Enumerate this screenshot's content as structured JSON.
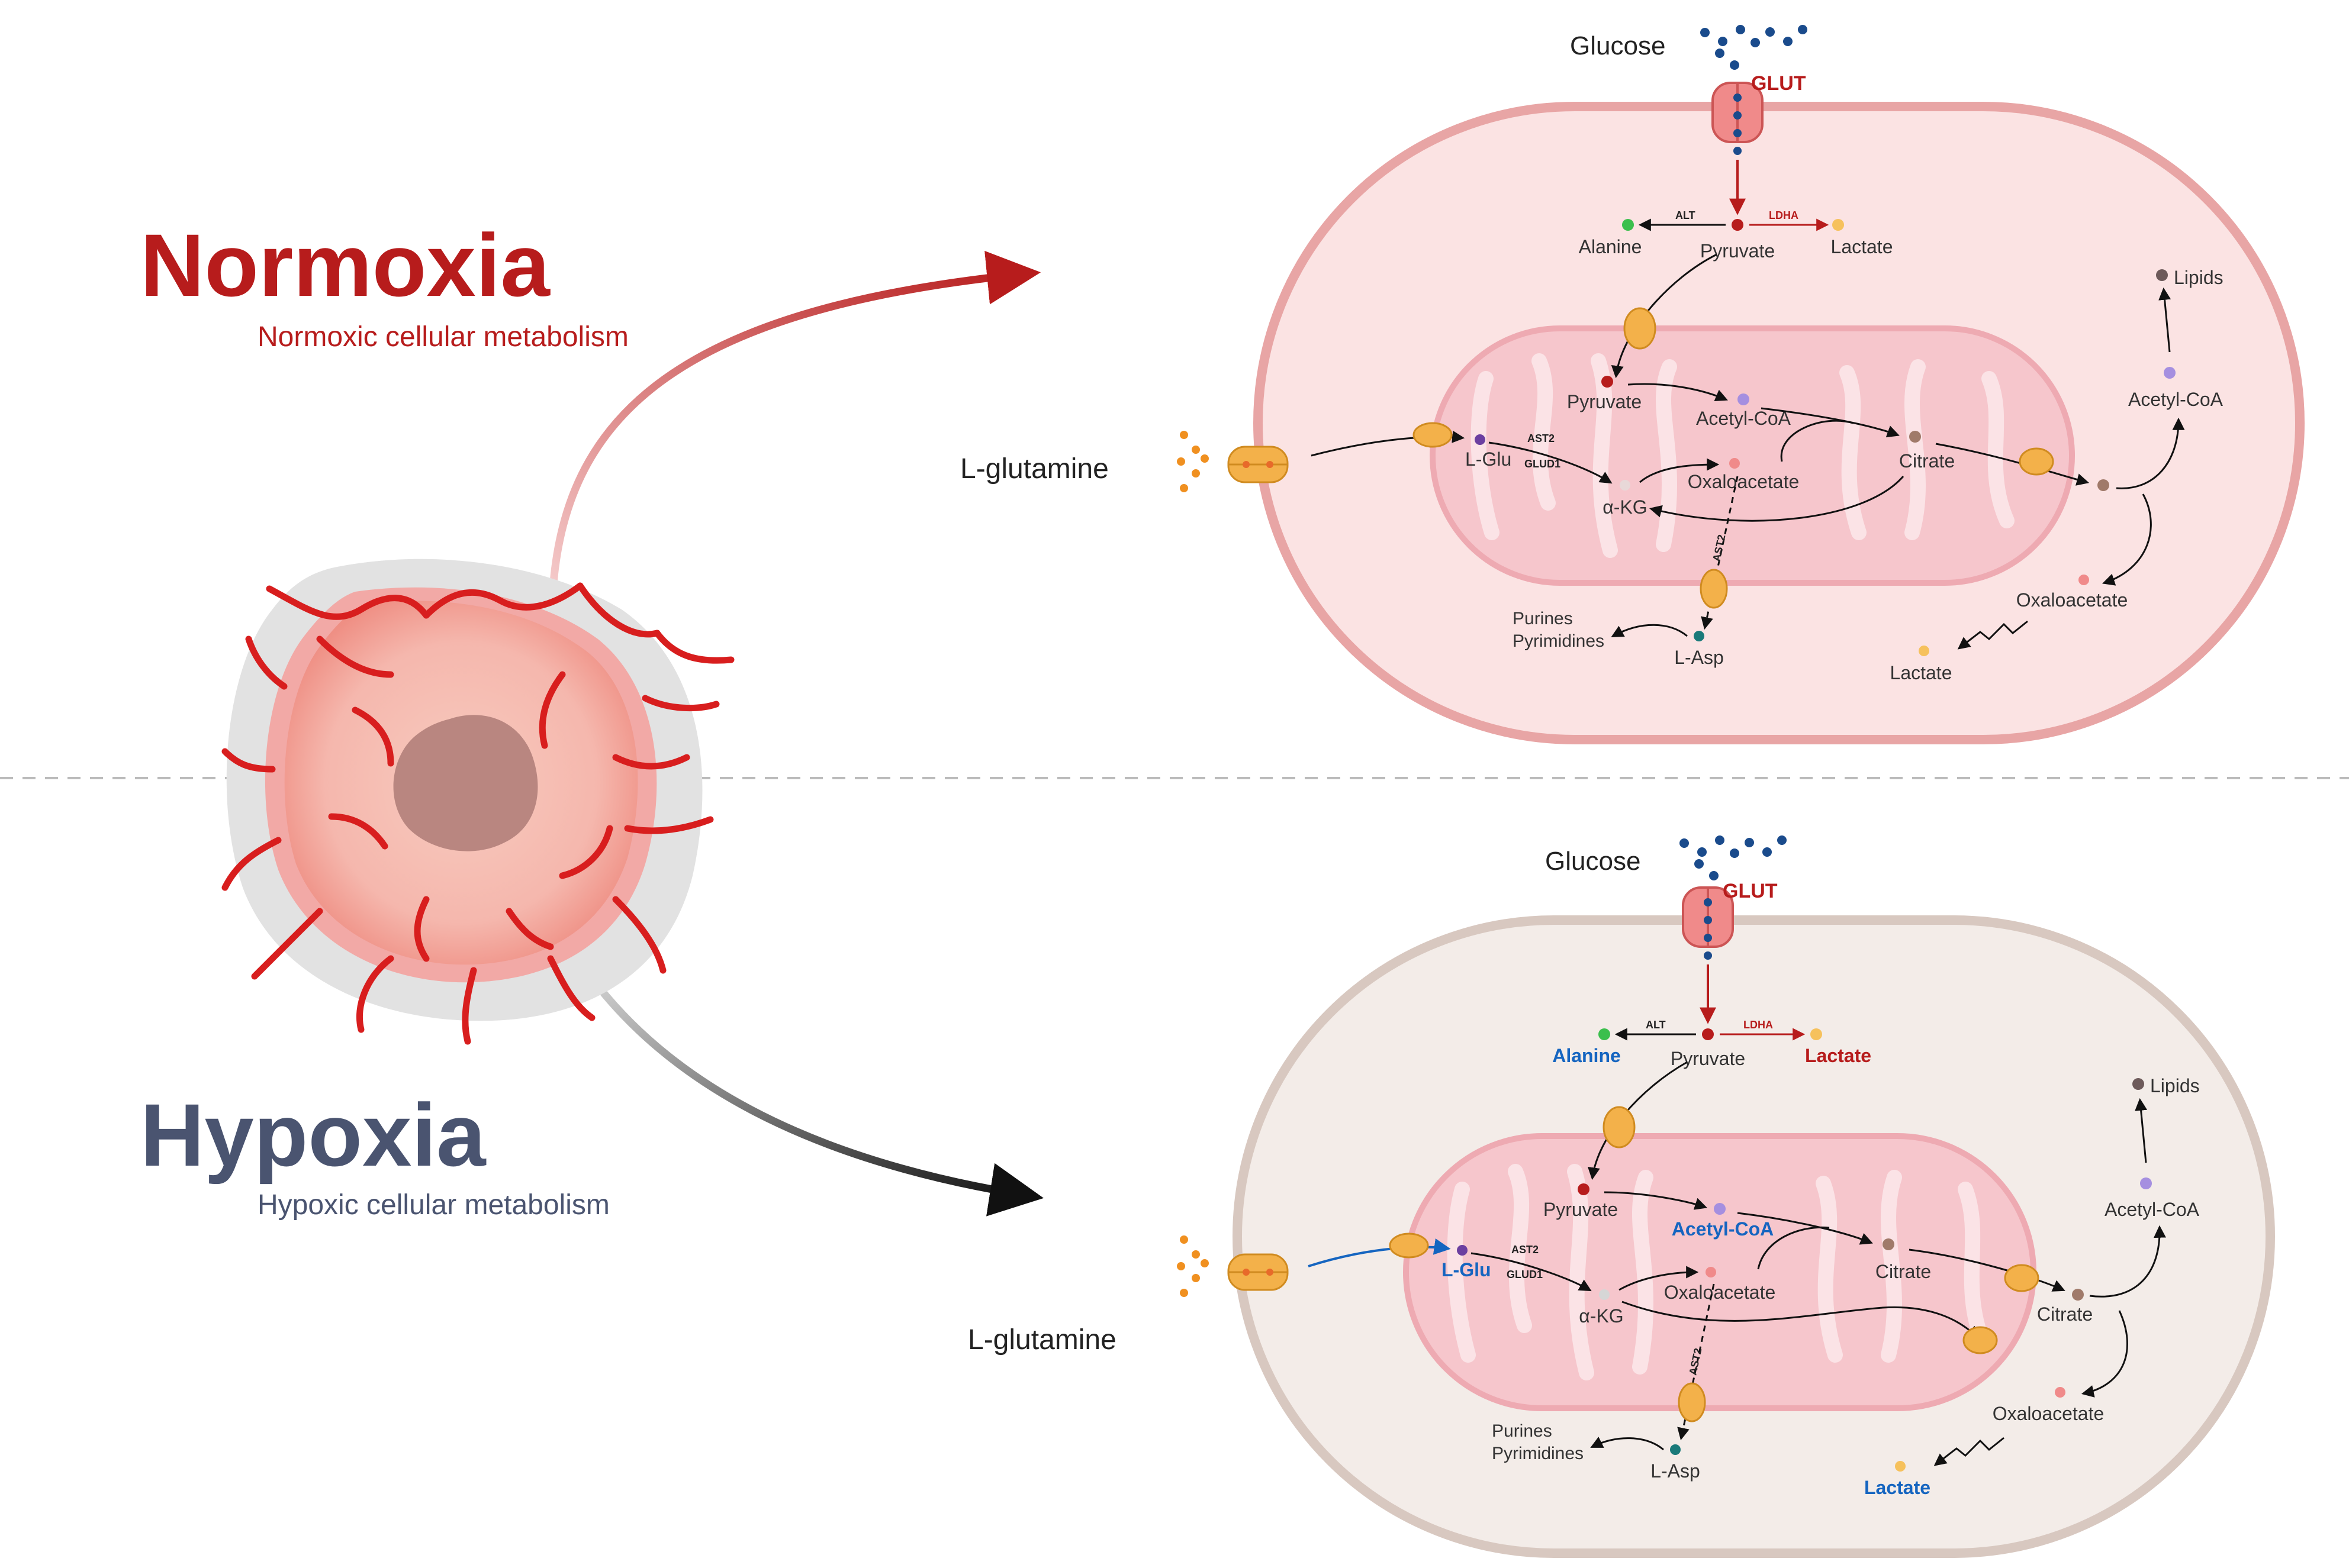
{
  "normoxia": {
    "title": "Normoxia",
    "subtitle": "Normoxic cellular metabolism",
    "title_color": "#b71c1c",
    "cell": {
      "glucose": "Glucose",
      "glut": "GLUT",
      "alt": "ALT",
      "ldha": "LDHA",
      "alanine": "Alanine",
      "pyruvate": "Pyruvate",
      "lactate": "Lactate",
      "lipids": "Lipids",
      "mito_pyruvate": "Pyruvate",
      "mito_acetyl_coa": "Acetyl-CoA",
      "cyto_acetyl_coa": "Acetyl-CoA",
      "l_glutamine": "L-glutamine",
      "l_glu": "L-Glu",
      "ast2": "AST2",
      "glud1": "GLUD1",
      "a_kg": "α-KG",
      "oxaloacetate": "Oxaloacetate",
      "citrate": "Citrate",
      "ast2_transport": "AST2",
      "purines": "Purines",
      "pyrimidines": "Pyrimidines",
      "l_asp": "L-Asp",
      "cyto_oxaloacetate": "Oxaloacetate",
      "cyto_lactate": "Lactate"
    }
  },
  "hypoxia": {
    "title": "Hypoxia",
    "subtitle": "Hypoxic cellular metabolism",
    "title_color": "#4a5470",
    "cell": {
      "glucose": "Glucose",
      "glut": "GLUT",
      "alt": "ALT",
      "ldha": "LDHA",
      "alanine": "Alanine",
      "pyruvate": "Pyruvate",
      "lactate": "Lactate",
      "lipids": "Lipids",
      "mito_pyruvate": "Pyruvate",
      "mito_acetyl_coa": "Acetyl-CoA",
      "cyto_acetyl_coa": "Acetyl-CoA",
      "l_glutamine": "L-glutamine",
      "l_glu": "L-Glu",
      "ast2": "AST2",
      "glud1": "GLUD1",
      "a_kg": "α-KG",
      "oxaloacetate": "Oxaloacetate",
      "mito_citrate": "Citrate",
      "citrate": "Citrate",
      "ast2_transport": "AST2",
      "purines": "Purines",
      "pyrimidines": "Pyrimidines",
      "l_asp": "L-Asp",
      "cyto_oxaloacetate": "Oxaloacetate",
      "cyto_lactate": "Lactate"
    }
  },
  "colors": {
    "red_accent": "#b71c1c",
    "blue_accent": "#1565c0",
    "normoxia_cell_fill": "#fbe3e3",
    "hypoxia_cell_fill": "#f3ece8",
    "mitochondria": "#f6c6cc",
    "transporter": "#f3b14a"
  }
}
